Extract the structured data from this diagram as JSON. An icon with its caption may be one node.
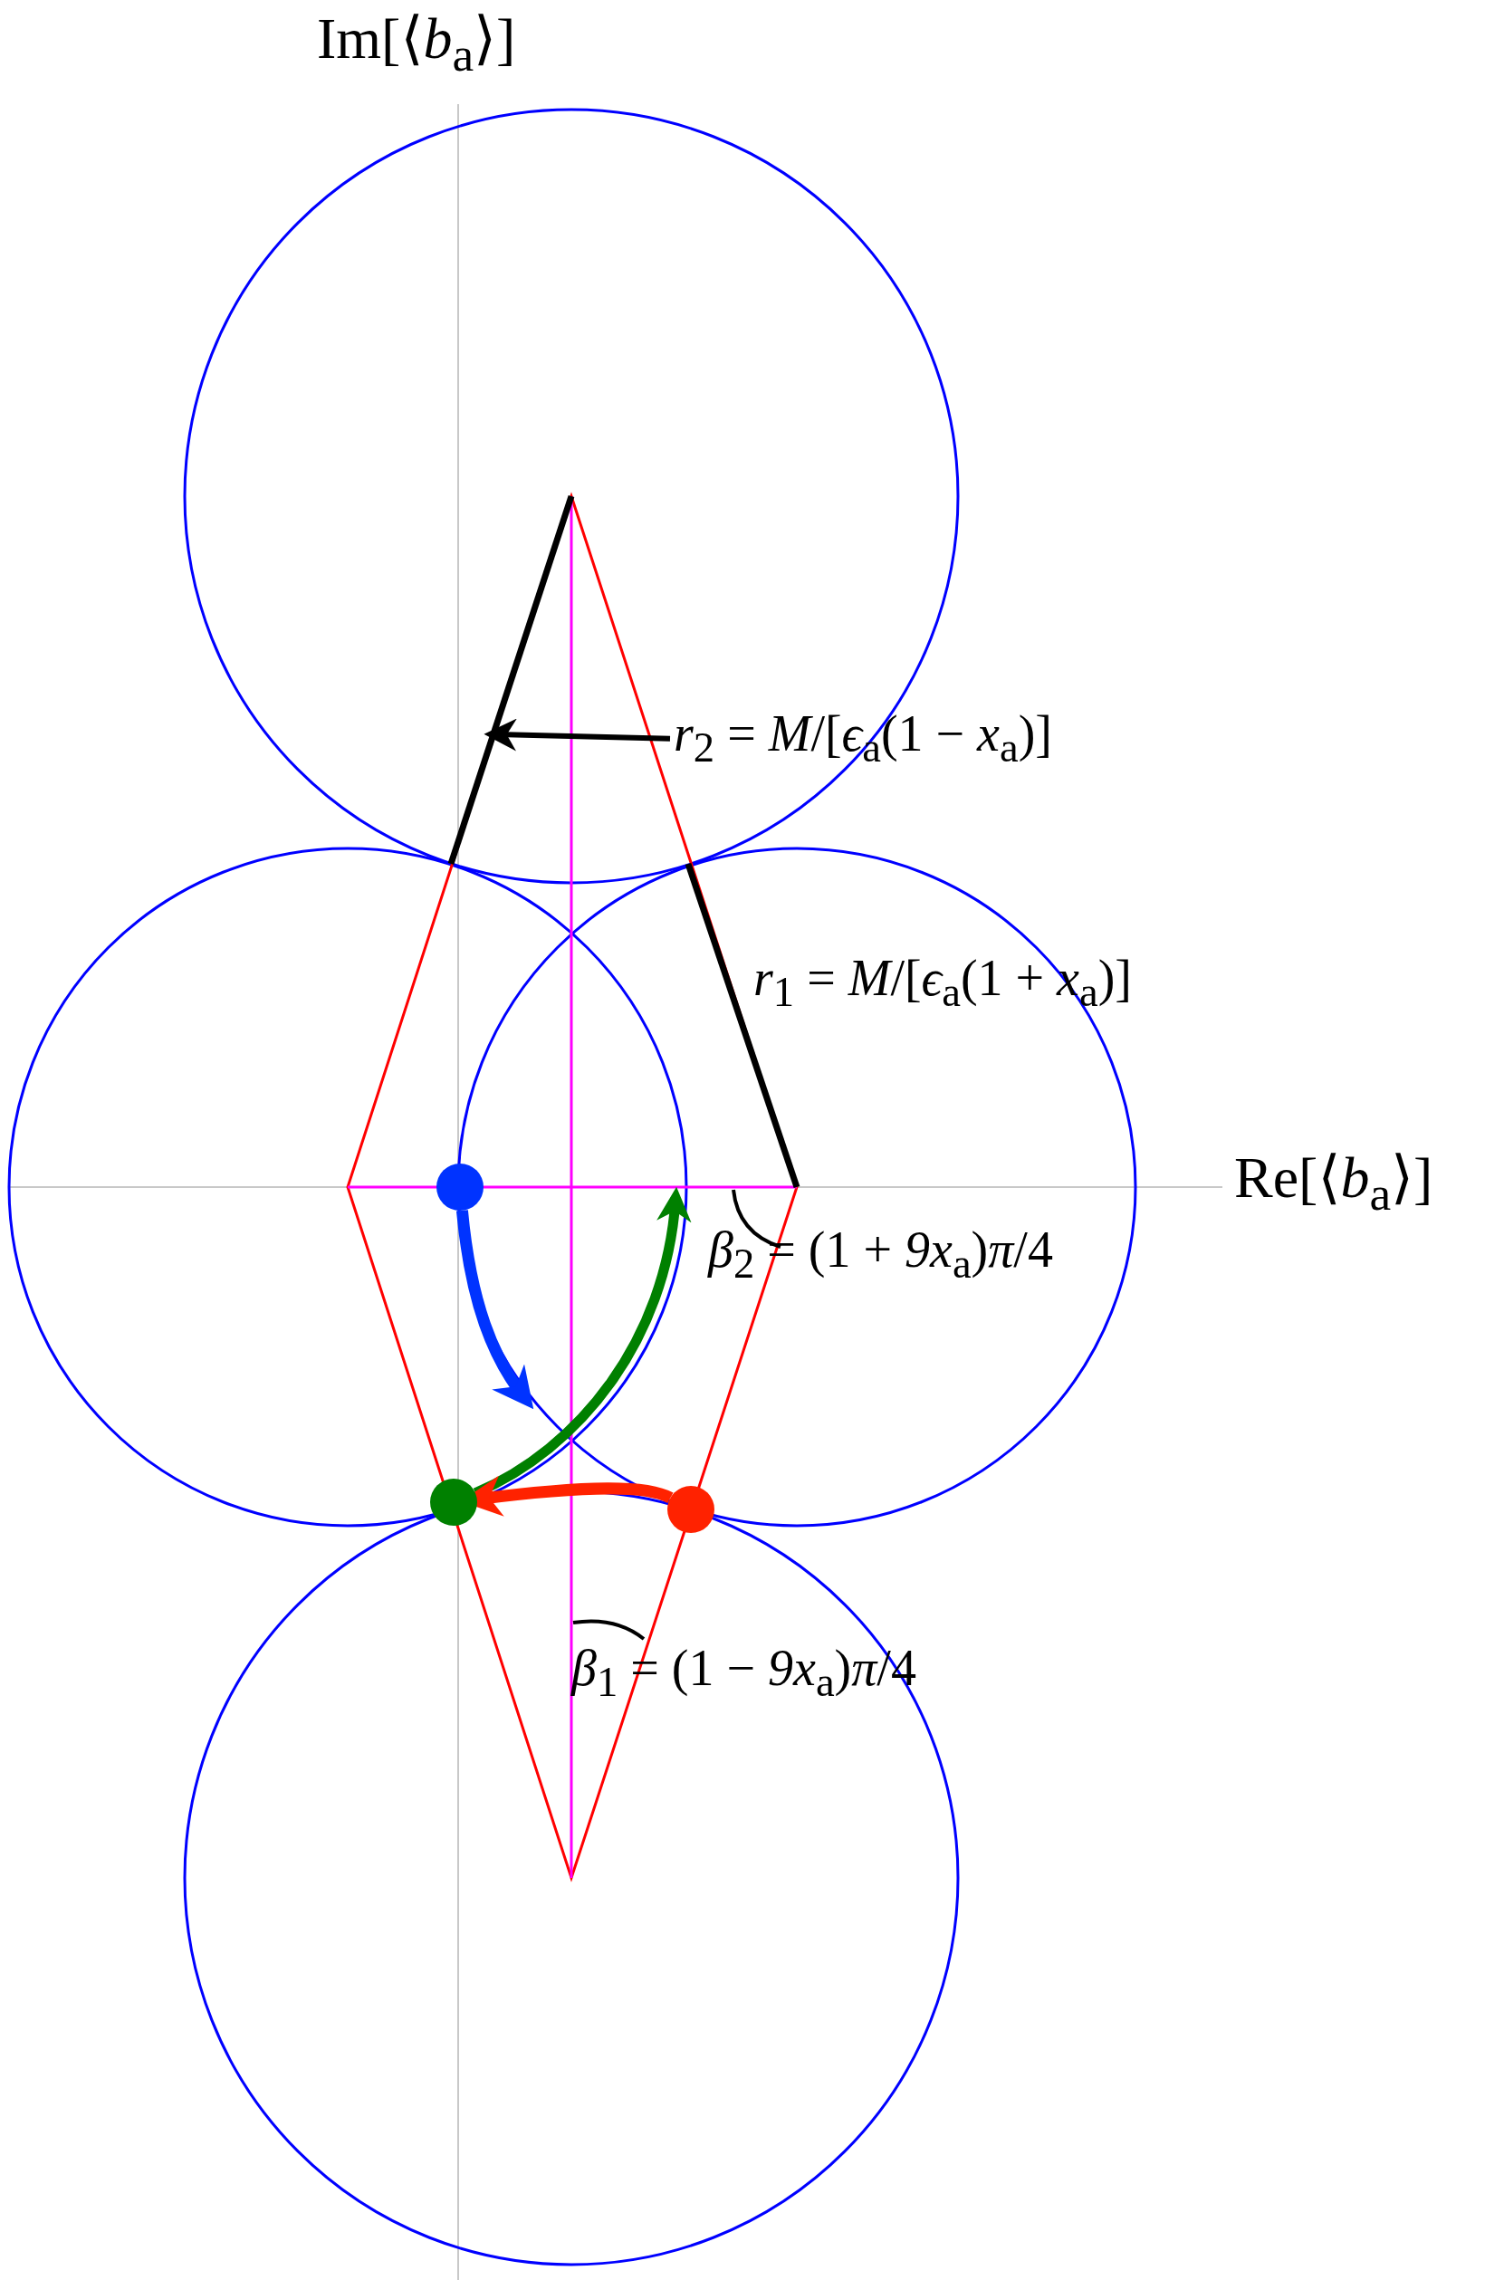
{
  "diagram": {
    "nodes": [
      {
        "text": [
          "*r*$_{2}$ = *M*/[*ϵ*$_{a}$(1 − *x*$_{a}$)]"
        ]
      },
      {
        "text": [],
        "shape": "line"
      },
      {
        "text": [],
        "shape": "circle"
      },
      {
        "text": [],
        "shape": "circle"
      },
      {
        "text": [],
        "shape": "circle"
      }
    ],
    "edges": [
      {
        "from": 0,
        "to": 1,
        "arrow": "to"
      },
      {
        "from": 2,
        "to": null,
        "arrow": "to",
        "color": "#0033ff"
      },
      {
        "from": 3,
        "to": null,
        "arrow": "to",
        "color": "#008000"
      },
      {
        "from": 4,
        "to": 3,
        "arrow": "to",
        "color": "#ff2200"
      }
    ],
    "labels": [
      "Im[⟨*b*$_{a}$⟩]",
      "Re[⟨*b*$_{a}$⟩]",
      "*r*$_{1}$ = *M*/[*ϵ*$_{a}$(1 + *x*$_{a}$)]",
      "*β*$_{2}$ = (1 + *9x*$_{a}$)*π*/4",
      "*β*$_{1}$ = (1 − *9x*$_{a}$)*π*/4"
    ]
  }
}
